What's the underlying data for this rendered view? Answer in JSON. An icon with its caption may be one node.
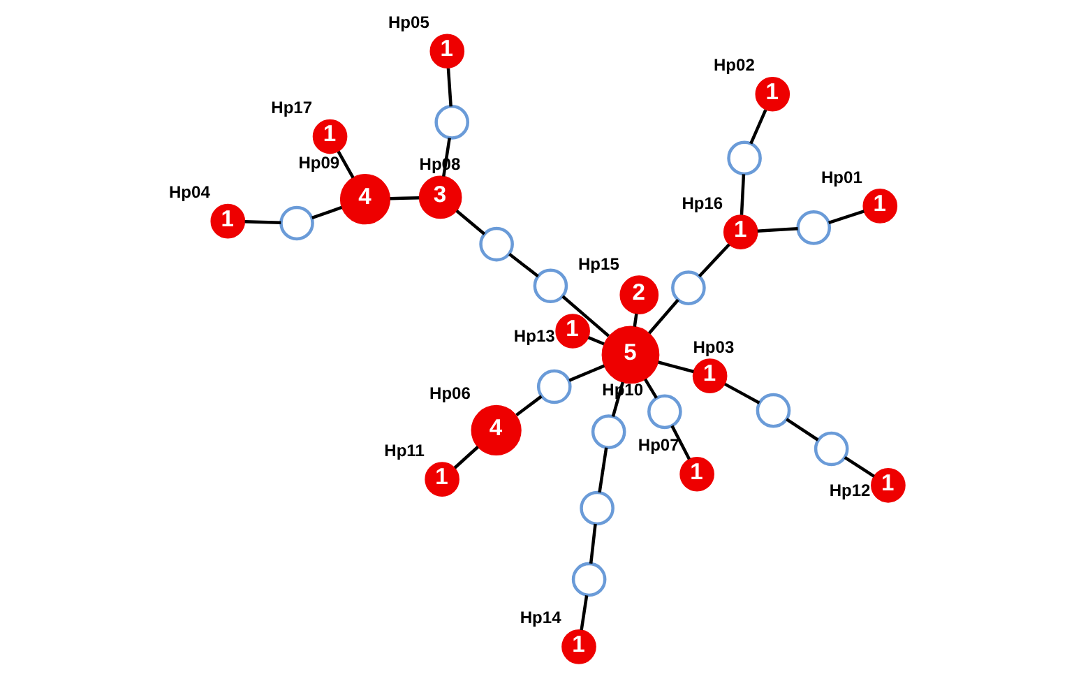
{
  "diagram": {
    "nodes": [
      {
        "text": [
          "1"
        ],
        "beside": [
          "Hp14"
        ]
      },
      {
        "text": [],
        "shape": "circle"
      },
      {
        "text": [],
        "shape": "circle"
      },
      {
        "text": [
          "1"
        ],
        "beside": [
          "Hp04"
        ]
      },
      {
        "text": [],
        "shape": "circle"
      },
      {
        "text": [],
        "shape": "circle"
      },
      {
        "text": [
          "4"
        ],
        "beside": [
          "Hp06"
        ]
      },
      {
        "text": [
          "1"
        ],
        "beside": [
          "Hp11"
        ]
      },
      {
        "text": [],
        "shape": "circle"
      },
      {
        "text": [
          "2"
        ],
        "beside": [
          "Hp15"
        ]
      },
      {
        "text": [
          "1"
        ],
        "beside": [
          "Hp01"
        ]
      },
      {
        "text": [],
        "shape": "circle"
      },
      {
        "text": [
          "1"
        ],
        "beside": [
          "Hp16"
        ]
      },
      {
        "text": [],
        "shape": "circle"
      },
      {
        "text": [
          "5"
        ],
        "beside": [
          "Hp10"
        ]
      },
      {
        "text": [],
        "shape": "circle"
      },
      {
        "text": [],
        "shape": "circle"
      },
      {
        "text": [
          "3"
        ],
        "beside": [
          "Hp08"
        ]
      },
      {
        "text": [
          "4"
        ],
        "beside": [
          "Hp09"
        ]
      },
      {
        "text": [
          "1"
        ],
        "beside": [
          "Hp17"
        ]
      },
      {
        "text": [],
        "shape": "circle"
      },
      {
        "text": [
          "1"
        ],
        "beside": [
          "Hp13"
        ]
      },
      {
        "text": [],
        "shape": "circle"
      },
      {
        "text": [],
        "shape": "circle"
      },
      {
        "text": [
          "1"
        ],
        "beside": [
          "Hp03"
        ]
      },
      {
        "text": [
          "1"
        ],
        "beside": [
          "Hp07"
        ]
      },
      {
        "text": [
          "1"
        ],
        "beside": [
          "Hp02"
        ]
      },
      {
        "text": [
          "1"
        ],
        "beside": [
          "Hp05"
        ]
      },
      {
        "text": [],
        "shape": "circle"
      },
      {
        "text": [],
        "shape": "circle"
      },
      {
        "text": [
          "1"
        ],
        "beside": [
          "Hp12"
        ]
      }
    ],
    "edges": [
      {
        "from": 0,
        "to": 1,
        "arrow": "none"
      },
      {
        "from": 1,
        "to": 2,
        "arrow": "none"
      },
      {
        "from": 2,
        "to": 4,
        "arrow": "none"
      },
      {
        "from": 4,
        "to": 14,
        "arrow": "none"
      },
      {
        "from": 14,
        "to": 5,
        "arrow": "none"
      },
      {
        "from": 5,
        "to": 6,
        "arrow": "none"
      },
      {
        "from": 6,
        "to": 7,
        "arrow": "none"
      },
      {
        "from": 3,
        "to": 8,
        "arrow": "none"
      },
      {
        "from": 8,
        "to": 18,
        "arrow": "none"
      },
      {
        "from": 14,
        "to": 9,
        "arrow": "none"
      },
      {
        "from": 10,
        "to": 11,
        "arrow": "none"
      },
      {
        "from": 11,
        "to": 12,
        "arrow": "none"
      },
      {
        "from": 12,
        "to": 13,
        "arrow": "none"
      },
      {
        "from": 13,
        "to": 14,
        "arrow": "none"
      },
      {
        "from": 14,
        "to": 15,
        "arrow": "none"
      },
      {
        "from": 15,
        "to": 16,
        "arrow": "none"
      },
      {
        "from": 16,
        "to": 17,
        "arrow": "none"
      },
      {
        "from": 17,
        "to": 18,
        "arrow": "none"
      },
      {
        "from": 18,
        "to": 19,
        "arrow": "none"
      },
      {
        "from": 12,
        "to": 22,
        "arrow": "none"
      },
      {
        "from": 22,
        "to": 26,
        "arrow": "none"
      },
      {
        "from": 14,
        "to": 20,
        "arrow": "none"
      },
      {
        "from": 20,
        "to": 25,
        "arrow": "none"
      },
      {
        "from": 14,
        "to": 21,
        "arrow": "none"
      },
      {
        "from": 14,
        "to": 24,
        "arrow": "none"
      },
      {
        "from": 24,
        "to": 28,
        "arrow": "none"
      },
      {
        "from": 28,
        "to": 29,
        "arrow": "none"
      },
      {
        "from": 29,
        "to": 30,
        "arrow": "none"
      },
      {
        "from": 17,
        "to": 23,
        "arrow": "none"
      },
      {
        "from": 23,
        "to": 27,
        "arrow": "none"
      }
    ]
  }
}
